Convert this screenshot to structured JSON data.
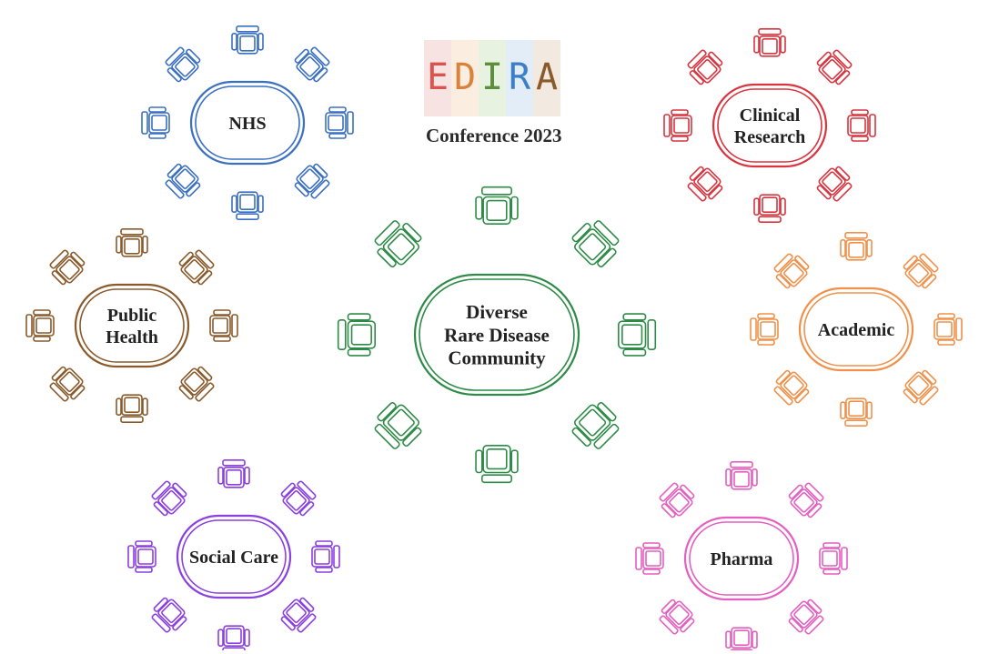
{
  "logo": {
    "letters": [
      {
        "char": "E",
        "color": "#d9534f",
        "tile": "#f7e4e2"
      },
      {
        "char": "D",
        "color": "#d9823b",
        "tile": "#fbeee0"
      },
      {
        "char": "I",
        "color": "#5b8f3c",
        "tile": "#e8f2e1"
      },
      {
        "char": "R",
        "color": "#3b7fc4",
        "tile": "#e2edf8"
      },
      {
        "char": "A",
        "color": "#8a5a2b",
        "tile": "#f2eae0"
      }
    ],
    "subtitle": "Conference 2023"
  },
  "tables": [
    {
      "id": "nhs",
      "label_lines": [
        "NHS"
      ],
      "color": "#3a6fc2"
    },
    {
      "id": "clinical-research",
      "label_lines": [
        "Clinical",
        "Research"
      ],
      "color": "#d9343f"
    },
    {
      "id": "public-health",
      "label_lines": [
        "Public",
        "Health"
      ],
      "color": "#8a5a2b"
    },
    {
      "id": "center",
      "label_lines": [
        "Diverse",
        "Rare Disease",
        "Community"
      ],
      "color": "#2e8b47"
    },
    {
      "id": "academic",
      "label_lines": [
        "Academic"
      ],
      "color": "#f0904a"
    },
    {
      "id": "social-care",
      "label_lines": [
        "Social Care"
      ],
      "color": "#8a3fe0"
    },
    {
      "id": "pharma",
      "label_lines": [
        "Pharma"
      ],
      "color": "#e45fc0"
    }
  ]
}
